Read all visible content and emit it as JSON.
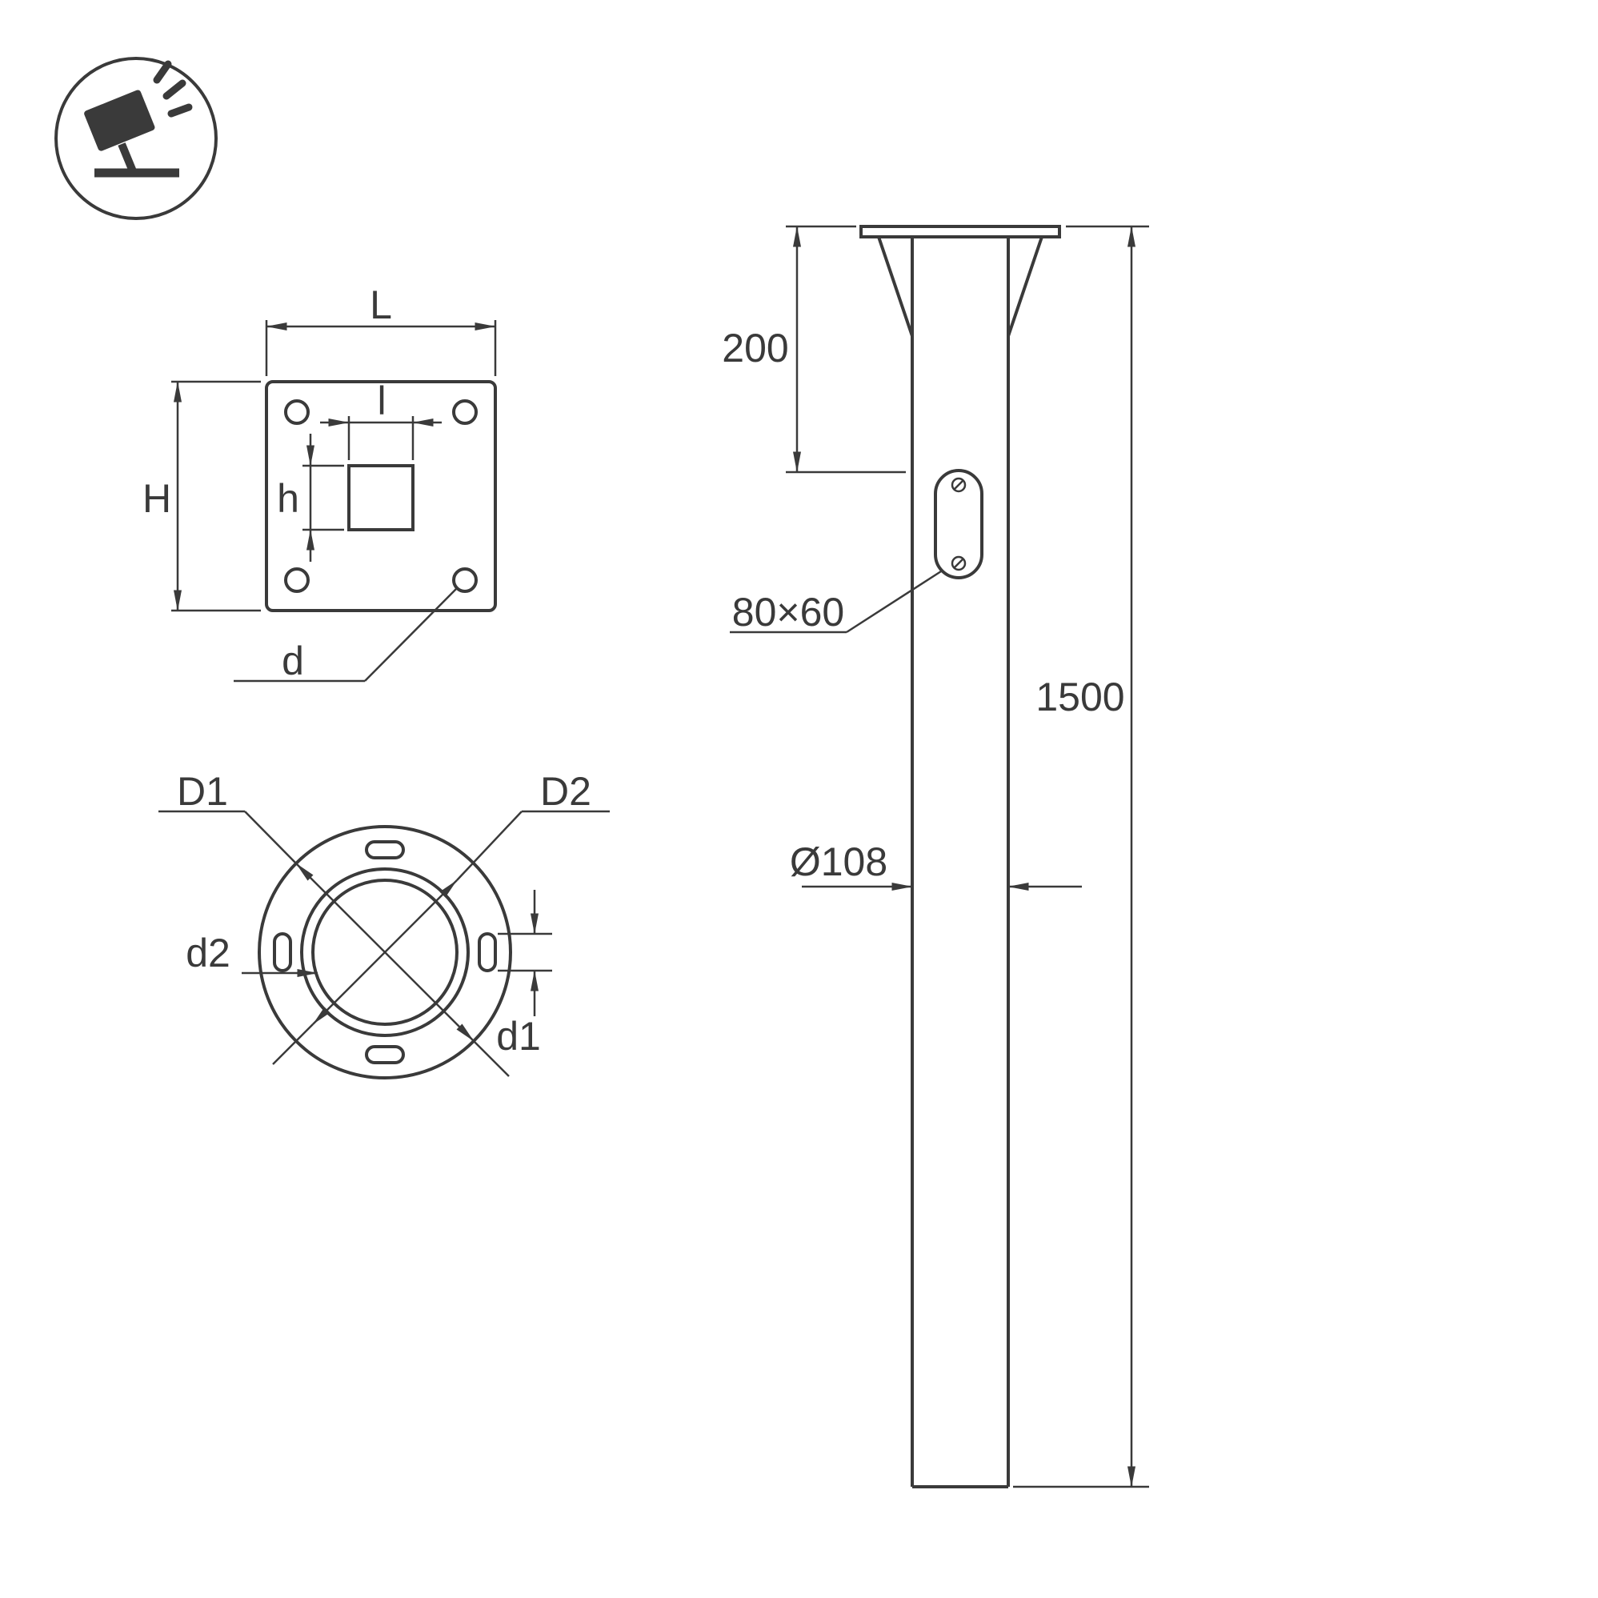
{
  "meta": {
    "background_color": "#ffffff",
    "line_color": "#3a3a3a",
    "drawing_type": "technical drawing of ground pole / embedded lamp post base"
  },
  "icon": {
    "name": "tilted-floodlight-icon"
  },
  "top_view": {
    "plate_width_label": "L",
    "plate_height_label": "H",
    "pocket_width_label": "l",
    "pocket_height_label": "h",
    "hole_label": "d"
  },
  "bottom_view": {
    "outer_diameter_label": "D1",
    "bolt_circle_label": "D2",
    "bore_label": "d2",
    "slot_label": "d1"
  },
  "side_view": {
    "top_offset": "200",
    "hatch_size": "80×60",
    "total_length": "1500",
    "tube_diameter": "Ø108"
  }
}
